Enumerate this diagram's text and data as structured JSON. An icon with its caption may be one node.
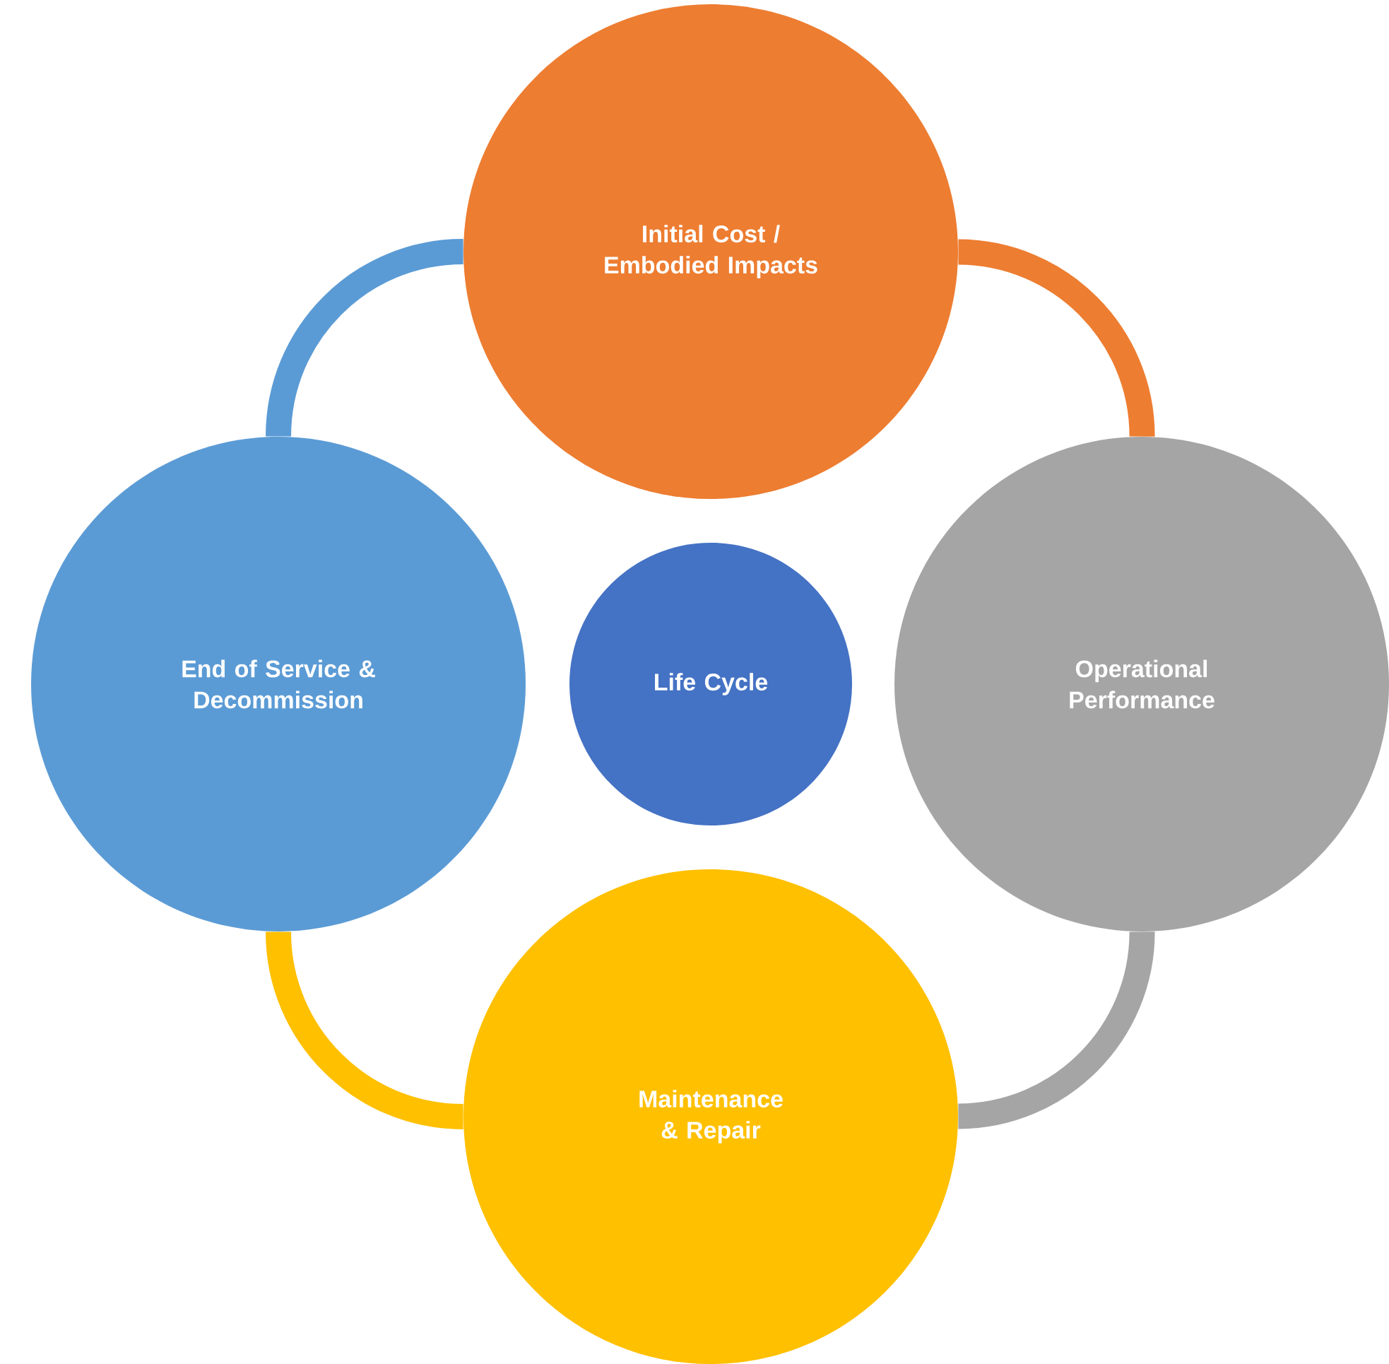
{
  "diagram": {
    "nodes": [
      {
        "text": [
          "Initial Cost / Embodied Impacts"
        ]
      },
      {
        "text": [
          "End of Service & Decommission"
        ]
      },
      {
        "text": [
          "Life Cycle"
        ]
      },
      {
        "text": [
          "Operational Performance"
        ]
      },
      {
        "text": [
          "Maintenance & Repair"
        ]
      }
    ],
    "edges": [
      {
        "from": 0,
        "to": 3,
        "arrow": "none",
        "color": "#ed7d31"
      },
      {
        "from": 3,
        "to": 4,
        "arrow": "none",
        "color": "#a5a5a5"
      },
      {
        "from": 4,
        "to": 1,
        "arrow": "none",
        "color": "#ffc000"
      },
      {
        "from": 1,
        "to": 0,
        "arrow": "none",
        "color": "#5b9bd5"
      }
    ]
  }
}
